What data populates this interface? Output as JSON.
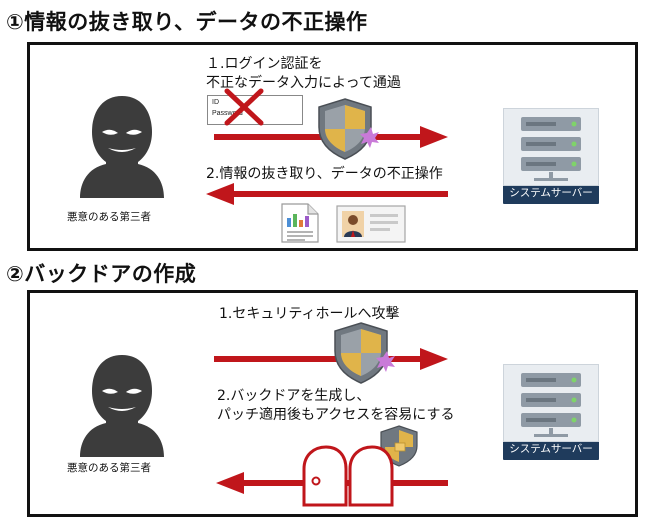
{
  "section1": {
    "heading": "①情報の抜き取り、データの不正操作",
    "step1_line1": "１.ログイン認証を",
    "step1_line2": "不正なデータ入力によって通過",
    "step2": "2.情報の抜き取り、データの不正操作",
    "attacker_label": "悪意のある第三者",
    "server_label": "システムサーバー",
    "login_id": "ID",
    "login_password": "Password"
  },
  "section2": {
    "heading": "②バックドアの作成",
    "step1": "1.セキュリティホールへ攻撃",
    "step2_line1": "2.バックドアを生成し、",
    "step2_line2": "パッチ適用後もアクセスを容易にする",
    "attacker_label": "悪意のある第三者",
    "server_label": "システムサーバー"
  },
  "colors": {
    "arrow": "#c0161b",
    "server_caption_bg": "#1f3b5c",
    "attacker": "#3c3c3c",
    "shield_gold": "#e0b44a",
    "shield_gray": "#707880",
    "burst": "#c97ad8"
  },
  "icons": [
    "attacker-icon",
    "server-icon",
    "shield-icon",
    "cross-icon",
    "document-chart-icon",
    "id-card-icon",
    "door-icon"
  ]
}
